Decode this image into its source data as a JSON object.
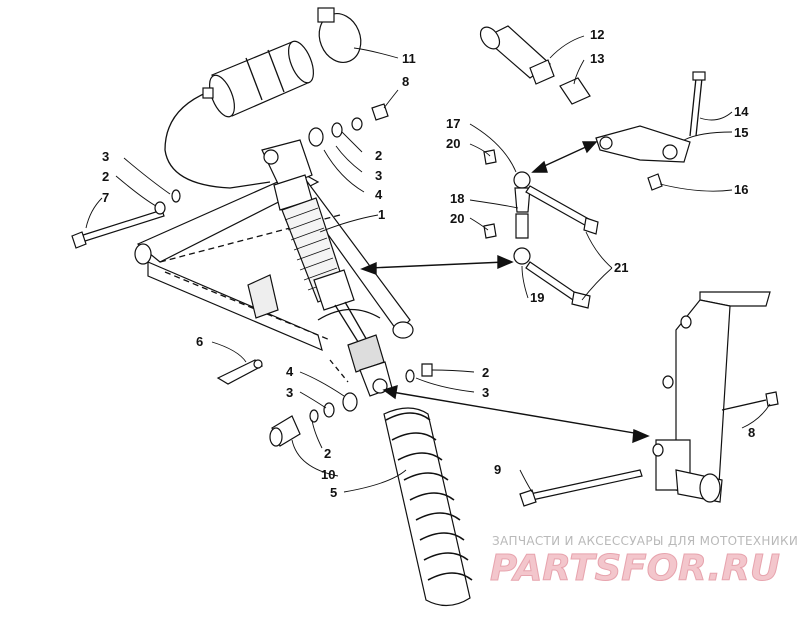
{
  "callouts": [
    {
      "id": "c1",
      "text": "1"
    },
    {
      "id": "c2a",
      "text": "2"
    },
    {
      "id": "c2b",
      "text": "2"
    },
    {
      "id": "c2c",
      "text": "2"
    },
    {
      "id": "c2d",
      "text": "2"
    },
    {
      "id": "c3a",
      "text": "3"
    },
    {
      "id": "c3b",
      "text": "3"
    },
    {
      "id": "c3c",
      "text": "3"
    },
    {
      "id": "c3d",
      "text": "3"
    },
    {
      "id": "c4a",
      "text": "4"
    },
    {
      "id": "c4b",
      "text": "4"
    },
    {
      "id": "c5",
      "text": "5"
    },
    {
      "id": "c6",
      "text": "6"
    },
    {
      "id": "c7",
      "text": "7"
    },
    {
      "id": "c8a",
      "text": "8"
    },
    {
      "id": "c8b",
      "text": "8"
    },
    {
      "id": "c9",
      "text": "9"
    },
    {
      "id": "c10",
      "text": "10"
    },
    {
      "id": "c11",
      "text": "11"
    },
    {
      "id": "c12",
      "text": "12"
    },
    {
      "id": "c13",
      "text": "13"
    },
    {
      "id": "c14",
      "text": "14"
    },
    {
      "id": "c15",
      "text": "15"
    },
    {
      "id": "c16",
      "text": "16"
    },
    {
      "id": "c17",
      "text": "17"
    },
    {
      "id": "c18",
      "text": "18"
    },
    {
      "id": "c19",
      "text": "19"
    },
    {
      "id": "c20a",
      "text": "20"
    },
    {
      "id": "c20b",
      "text": "20"
    },
    {
      "id": "c21",
      "text": "21"
    }
  ],
  "watermark": {
    "tagline": "ЗАПЧАСТИ И АКСЕССУАРЫ ДЛЯ МОТОТЕХНИКИ",
    "logo": "PARTSFOR.RU"
  }
}
